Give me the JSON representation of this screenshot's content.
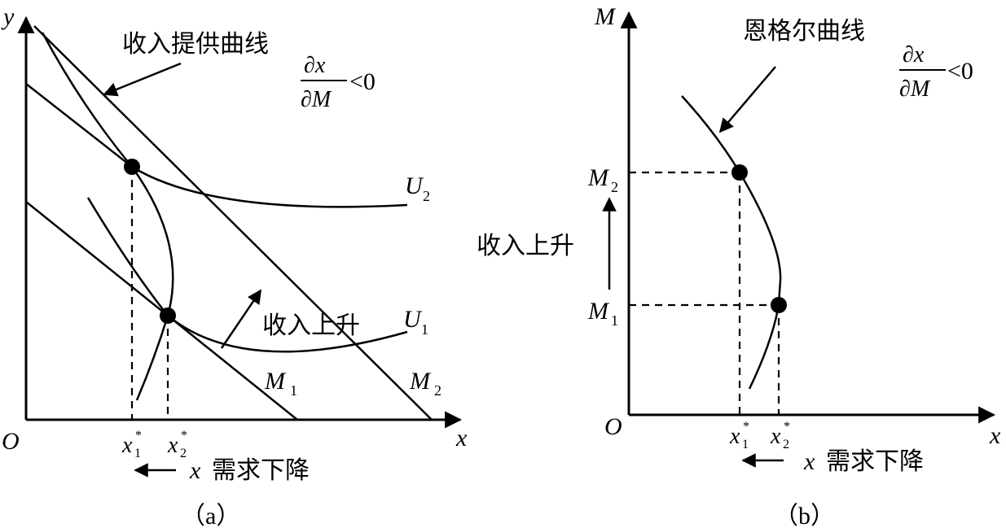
{
  "panel_a": {
    "y_axis": "y",
    "x_axis": "x",
    "origin": "O",
    "curve_label": "收入提供曲线",
    "derivative": {
      "numerator": "∂x",
      "denominator": "∂M",
      "relation": "<0"
    },
    "u2_letter": "U",
    "u2_sub": "2",
    "u1_letter": "U",
    "u1_sub": "1",
    "m1_letter": "M",
    "m1_sub": "1",
    "m2_letter": "M",
    "m2_sub": "2",
    "income_rise": "收入上升",
    "x1_letter": "x",
    "x1_sub": "1",
    "x1_sup": "*",
    "x2_letter": "x",
    "x2_sub": "2",
    "x2_sup": "*",
    "demand_var": "x",
    "demand_text": "需求下降",
    "caption": "（a）"
  },
  "panel_b": {
    "y_axis": "M",
    "x_axis": "x",
    "origin": "O",
    "curve_label": "恩格尔曲线",
    "derivative": {
      "numerator": "∂x",
      "denominator": "∂M",
      "relation": "<0"
    },
    "m2_letter": "M",
    "m2_sub": "2",
    "m1_letter": "M",
    "m1_sub": "1",
    "income_rise": "收入上升",
    "x1_letter": "x",
    "x1_sub": "1",
    "x1_sup": "*",
    "x2_letter": "x",
    "x2_sub": "2",
    "x2_sup": "*",
    "demand_var": "x",
    "demand_text": "需求下降",
    "caption": "（b）"
  }
}
